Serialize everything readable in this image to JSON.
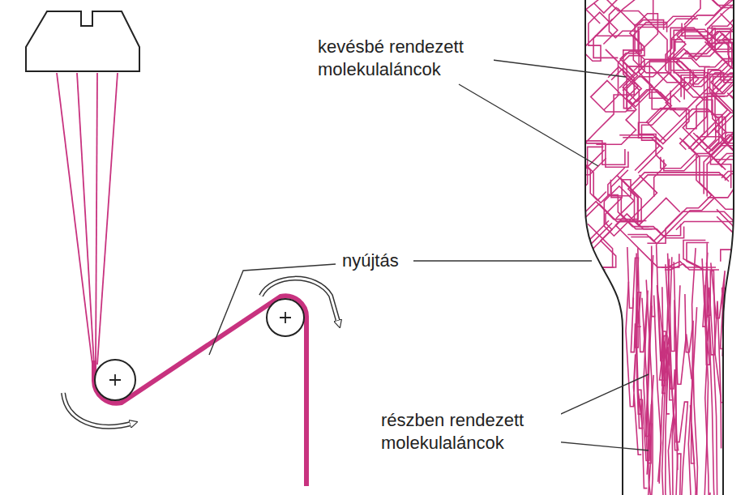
{
  "diagram": {
    "labels": [
      "kevésbé rendezett molekulaláncok",
      "nyújtás",
      "részben rendezett molekulaláncok"
    ]
  }
}
